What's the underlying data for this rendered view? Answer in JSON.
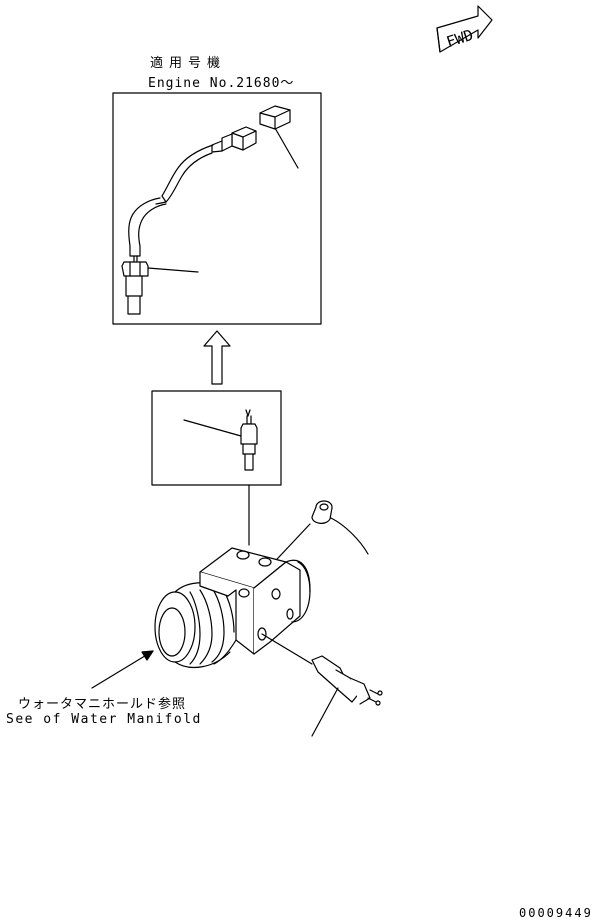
{
  "fwd_label": "FWD",
  "applicable_label_jp": "適用号機",
  "applicable_label_en": "Engine No.21680～",
  "reference_label_jp": "ウォータマニホールド参照",
  "reference_label_en": "See of Water Manifold",
  "drawing_number": "00009449",
  "colors": {
    "line": "#000000",
    "background": "#ffffff"
  }
}
